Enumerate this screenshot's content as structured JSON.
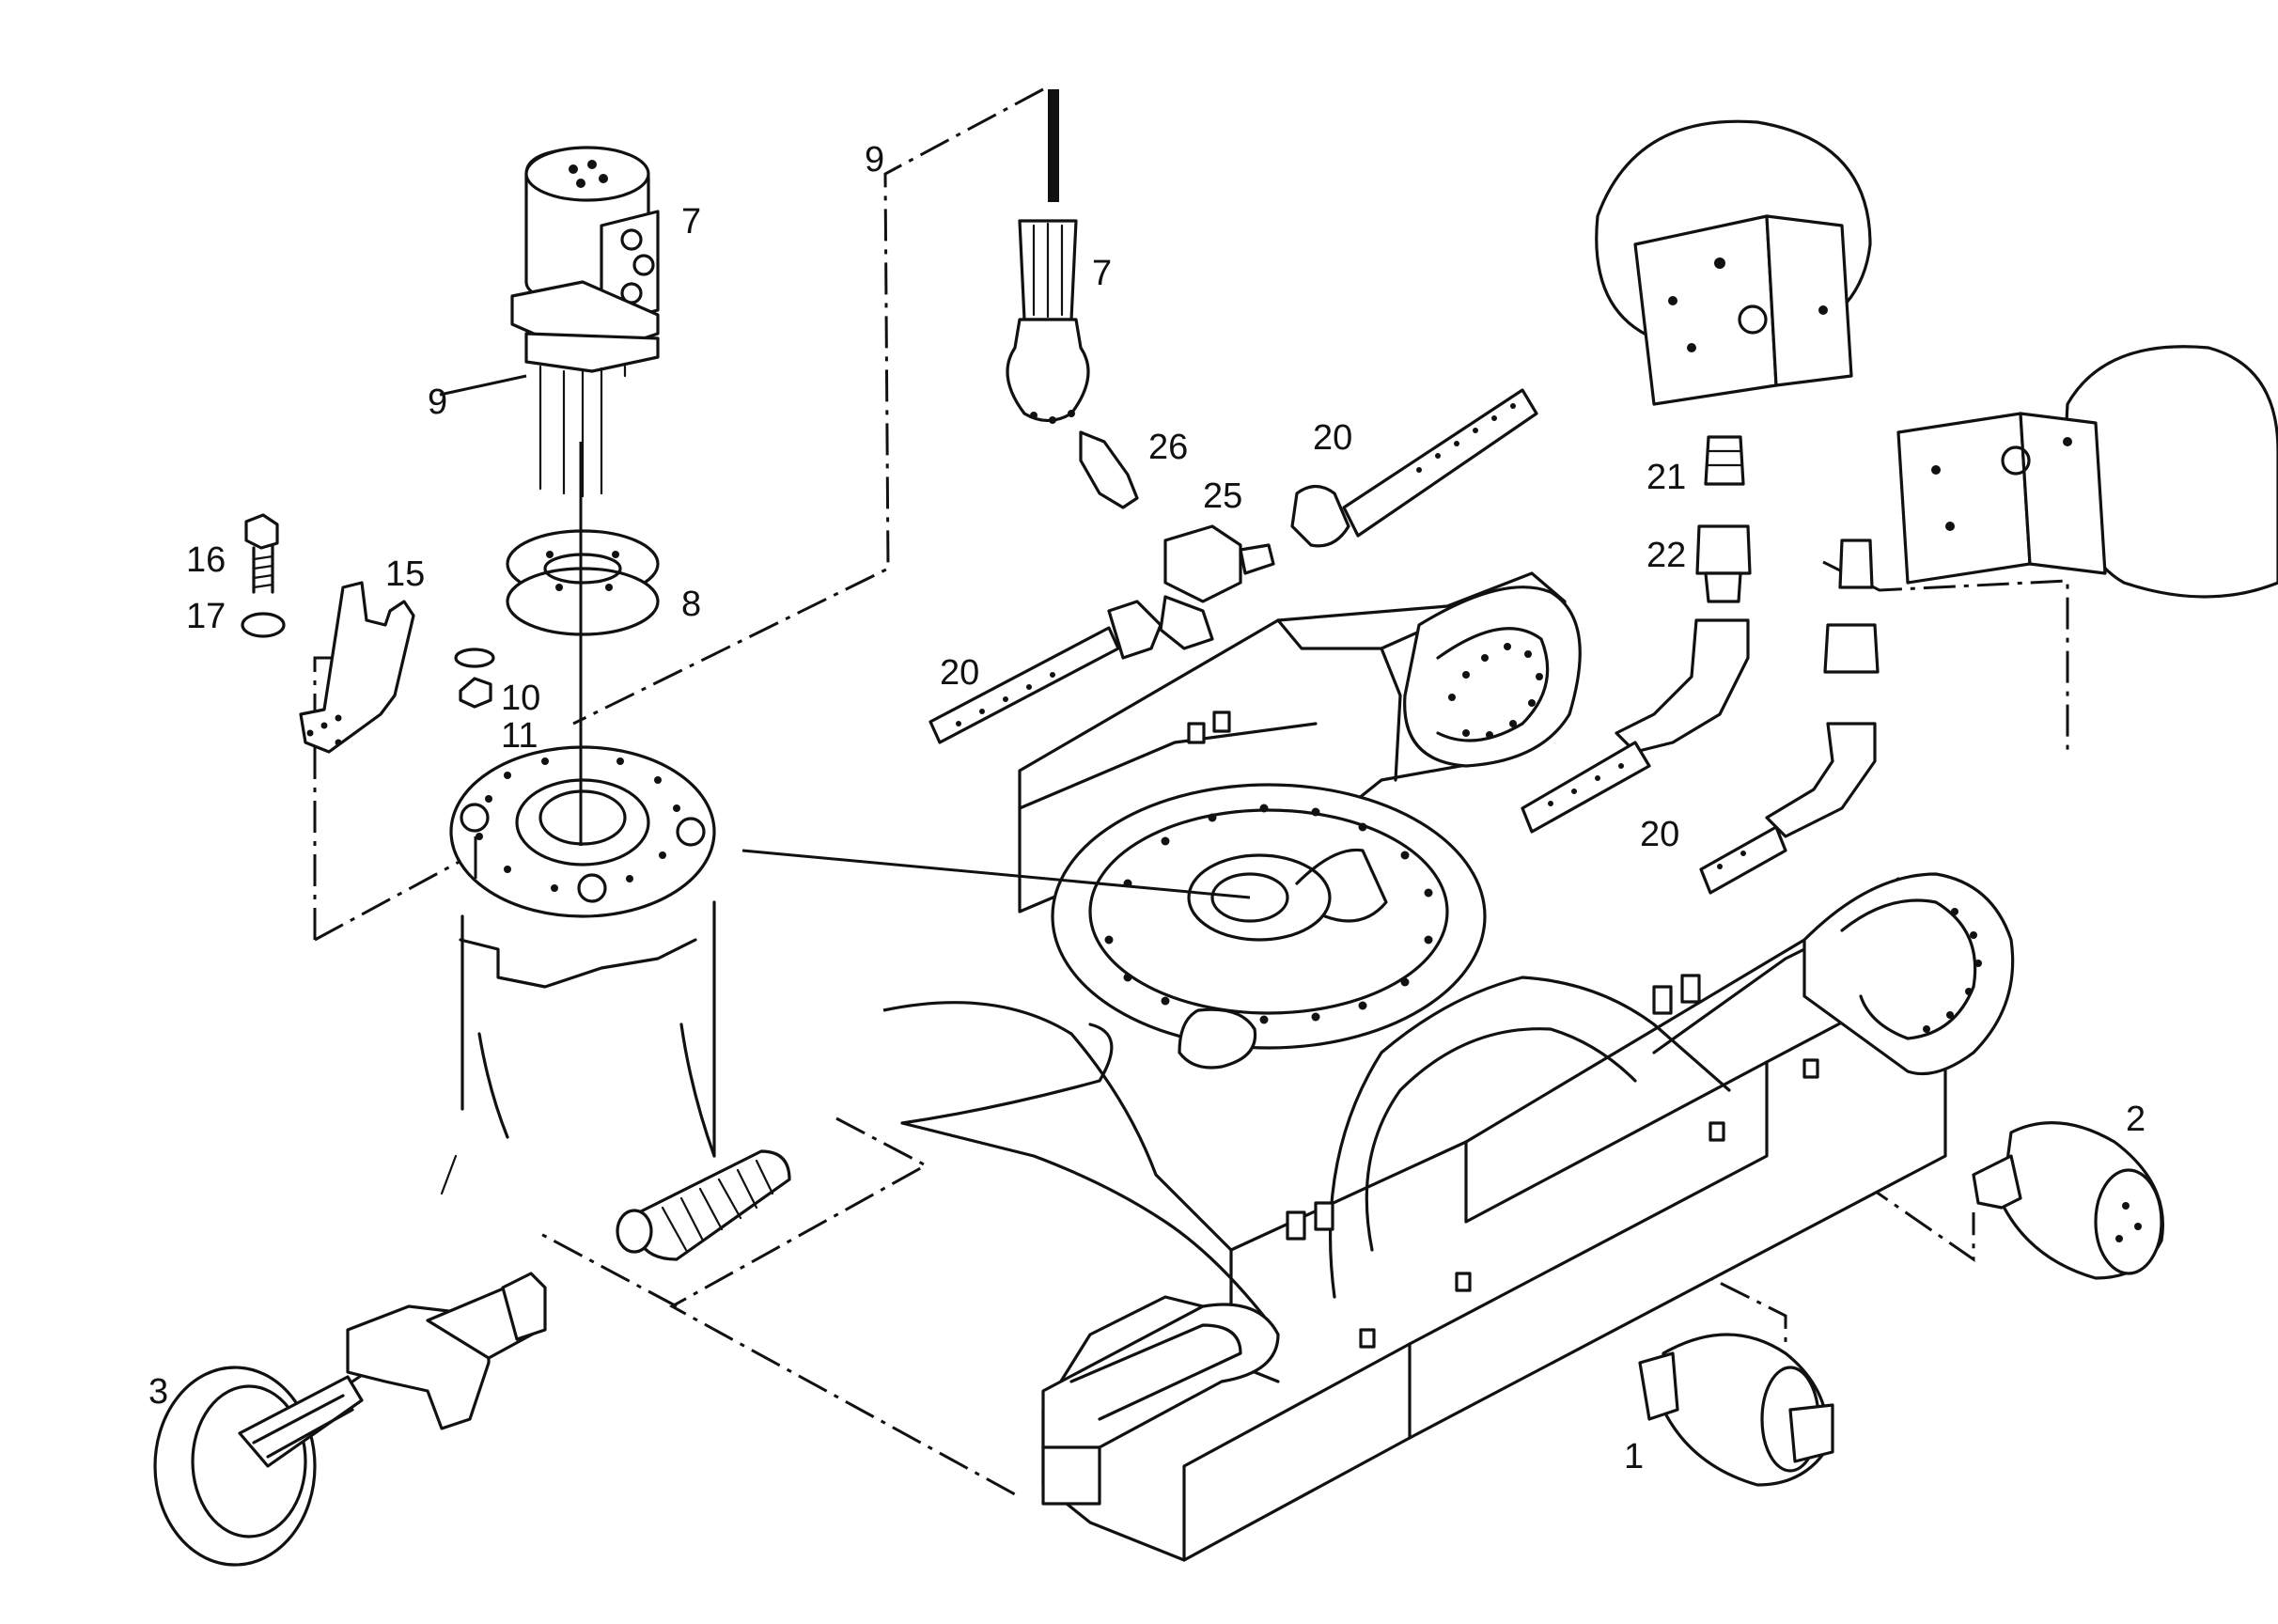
{
  "callouts": {
    "c9a": "9",
    "c7a": "7",
    "c7b": "7",
    "c9b": "9",
    "c26": "26",
    "c20a": "20",
    "c25": "25",
    "c16": "16",
    "c15": "15",
    "c17": "17",
    "c8": "8",
    "c10": "10",
    "c11": "11",
    "c20b": "20",
    "c21": "21",
    "c22": "22",
    "c20c": "20",
    "c2": "2",
    "c3": "3",
    "c1": "1"
  }
}
